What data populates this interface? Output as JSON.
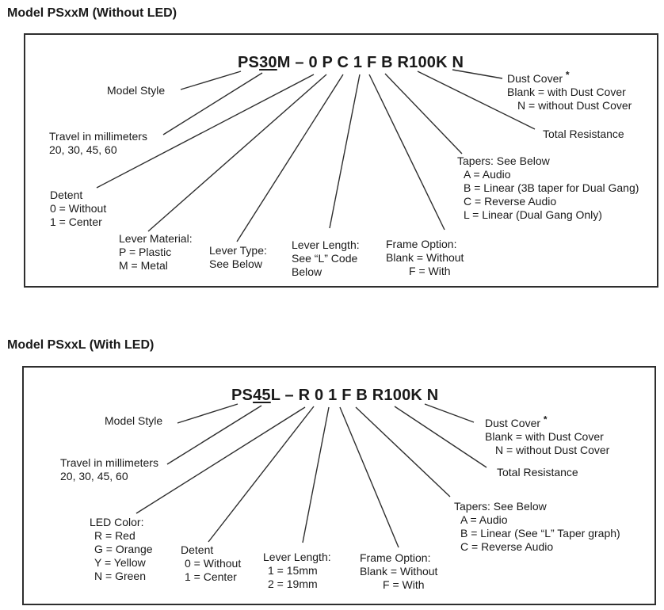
{
  "colors": {
    "text": "#1a1a1a",
    "line": "#2e2e2e",
    "background": "#ffffff"
  },
  "sections": [
    {
      "title": "Model PSxxM (Without LED)",
      "part_number": {
        "prefix": "PS",
        "travel_code": "30",
        "suffix": "M – 0 P C 1 F B R100K N"
      },
      "labels": {
        "model_style": [
          "Model Style"
        ],
        "travel": [
          "Travel in millimeters",
          "20, 30, 45, 60"
        ],
        "detent": [
          "Detent",
          "0 = Without",
          "1 = Center"
        ],
        "lever_material": [
          "Lever Material:",
          "P = Plastic",
          "M = Metal"
        ],
        "lever_type": [
          "Lever Type:",
          "See Below"
        ],
        "lever_length": [
          "Lever Length:",
          "See “L” Code",
          "Below"
        ],
        "frame_option": [
          "Frame Option:",
          "Blank = Without",
          "F = With"
        ],
        "tapers": [
          "Tapers: See Below",
          "A = Audio",
          "B = Linear (3B taper for Dual Gang)",
          "C = Reverse Audio",
          "L = Linear (Dual Gang Only)"
        ],
        "total_resistance": [
          "Total Resistance"
        ],
        "dust_cover": [
          "Dust Cover",
          "Blank = with Dust Cover",
          "N = without Dust Cover"
        ],
        "dust_cover_star": "*"
      }
    },
    {
      "title": "Model PSxxL (With LED)",
      "part_number": {
        "prefix": "PS",
        "travel_code": "45",
        "suffix": "L – R 0 1 F B R100K N"
      },
      "labels": {
        "model_style": [
          "Model Style"
        ],
        "travel": [
          "Travel in millimeters",
          "20, 30, 45, 60"
        ],
        "led_color": [
          "LED Color:",
          "R = Red",
          "G = Orange",
          "Y = Yellow",
          "N = Green"
        ],
        "detent": [
          "Detent",
          "0 = Without",
          "1 = Center"
        ],
        "lever_length": [
          "Lever Length:",
          "1 = 15mm",
          "2 = 19mm"
        ],
        "frame_option": [
          "Frame Option:",
          "Blank = Without",
          "F = With"
        ],
        "tapers": [
          "Tapers: See Below",
          "A = Audio",
          "B = Linear (See “L” Taper graph)",
          "C = Reverse Audio"
        ],
        "total_resistance": [
          "Total Resistance"
        ],
        "dust_cover": [
          "Dust Cover",
          "Blank = with Dust Cover",
          "N = without Dust Cover"
        ],
        "dust_cover_star": "*"
      }
    }
  ]
}
